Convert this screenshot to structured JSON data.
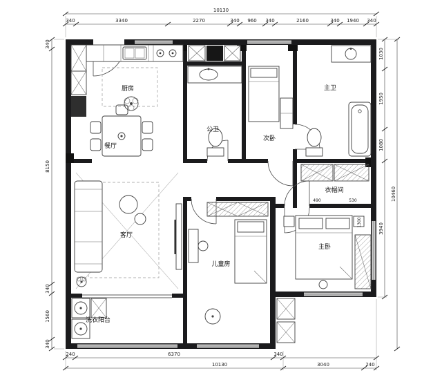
{
  "rooms": [
    {
      "key": "kitchen",
      "label": "厨房"
    },
    {
      "key": "dining",
      "label": "餐厅"
    },
    {
      "key": "public-bath",
      "label": "公卫"
    },
    {
      "key": "second-bedroom",
      "label": "次卧"
    },
    {
      "key": "master-bath",
      "label": "主卫"
    },
    {
      "key": "closet",
      "label": "衣帽间"
    },
    {
      "key": "living",
      "label": "客厅"
    },
    {
      "key": "kids-room",
      "label": "儿童房"
    },
    {
      "key": "master-bedroom",
      "label": "主卧"
    },
    {
      "key": "laundry-balcony",
      "label": "洗衣阳台"
    }
  ],
  "dims": {
    "top_total": "10130",
    "top": [
      "340",
      "3340",
      "2270",
      "340",
      "960",
      "340",
      "2160",
      "340",
      "1940",
      "340"
    ],
    "left": [
      "340",
      "8150",
      "340",
      "1560",
      "340"
    ],
    "right": [
      "1030",
      "1950",
      "1080",
      "3940"
    ],
    "right_total": "10460",
    "bottom_inner": [
      "240",
      "6370",
      "340"
    ],
    "bottom_outer": [
      "10130",
      "3040",
      "240"
    ],
    "inner": [
      "490",
      "530",
      "1300"
    ]
  }
}
